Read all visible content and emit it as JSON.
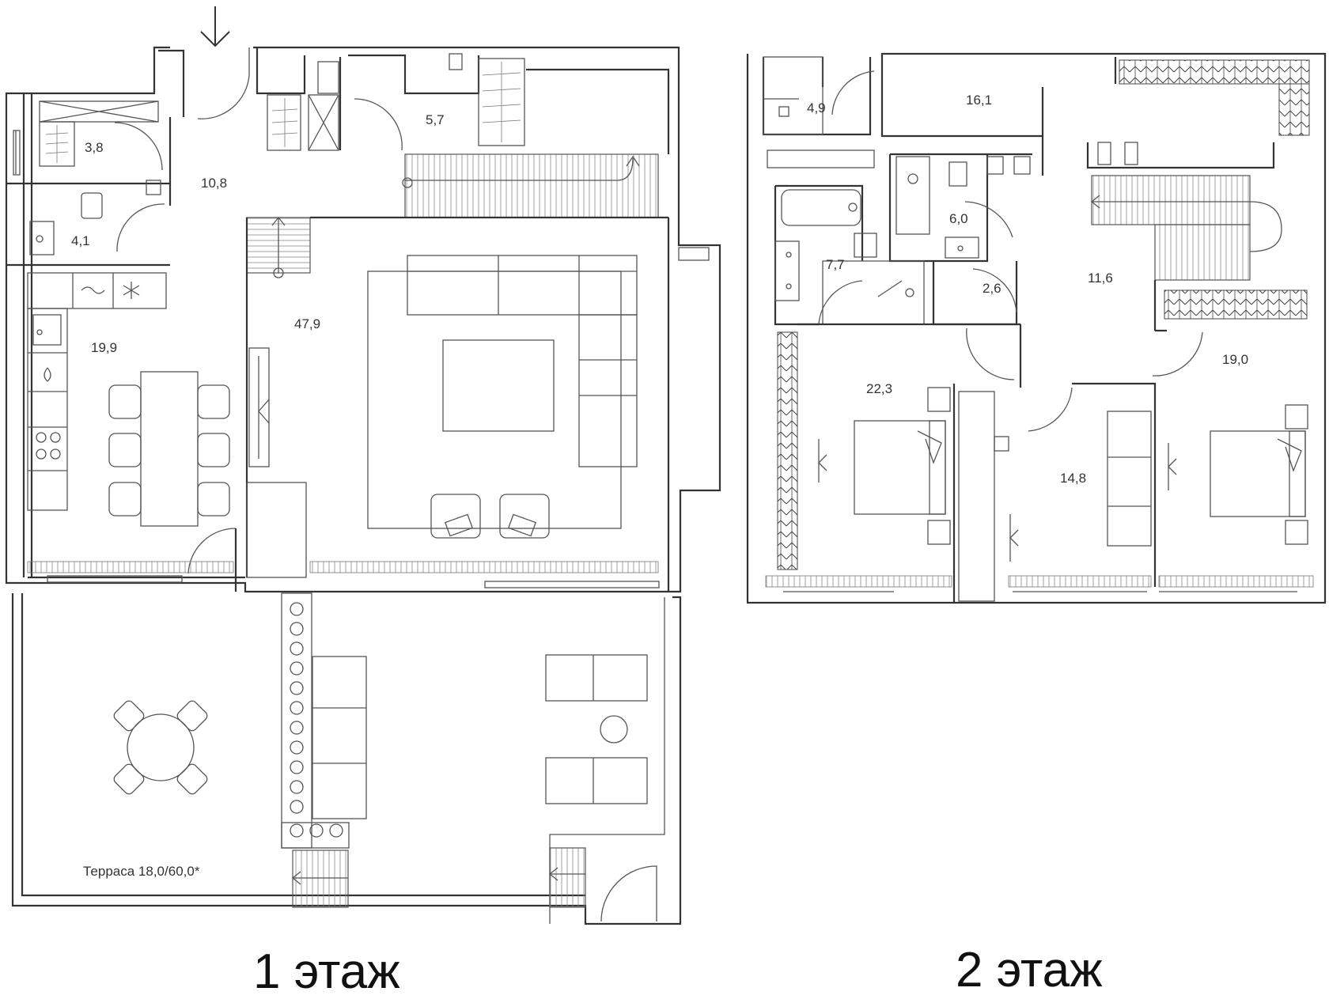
{
  "floors": [
    {
      "title": "1 этаж",
      "rooms": [
        {
          "id": "f1-storage",
          "area": "3,8"
        },
        {
          "id": "f1-hall",
          "area": "10,8"
        },
        {
          "id": "f1-wc",
          "area": "4,1"
        },
        {
          "id": "f1-utility",
          "area": "5,7"
        },
        {
          "id": "f1-kitchen",
          "area": "19,9"
        },
        {
          "id": "f1-living",
          "area": "47,9"
        },
        {
          "id": "f1-terrace",
          "area": "Терраса 18,0/60,0*"
        }
      ]
    },
    {
      "title": "2 этаж",
      "rooms": [
        {
          "id": "f2-closet",
          "area": "4,9"
        },
        {
          "id": "f2-corridor",
          "area": "16,1"
        },
        {
          "id": "f2-bath-small",
          "area": "6,0"
        },
        {
          "id": "f2-bath-large",
          "area": "7,7"
        },
        {
          "id": "f2-storage",
          "area": "2,6"
        },
        {
          "id": "f2-hall",
          "area": "11,6"
        },
        {
          "id": "f2-bedroom-master",
          "area": "22,3"
        },
        {
          "id": "f2-bedroom-right",
          "area": "19,0"
        },
        {
          "id": "f2-bedroom-middle",
          "area": "14,8"
        }
      ]
    }
  ],
  "icons": [
    "entrance-arrow-icon",
    "stairs-icon",
    "wardrobe-icon",
    "sofa-icon",
    "bed-icon",
    "dining-table-icon"
  ],
  "colors": {
    "line": "#333333",
    "background": "#ffffff"
  }
}
